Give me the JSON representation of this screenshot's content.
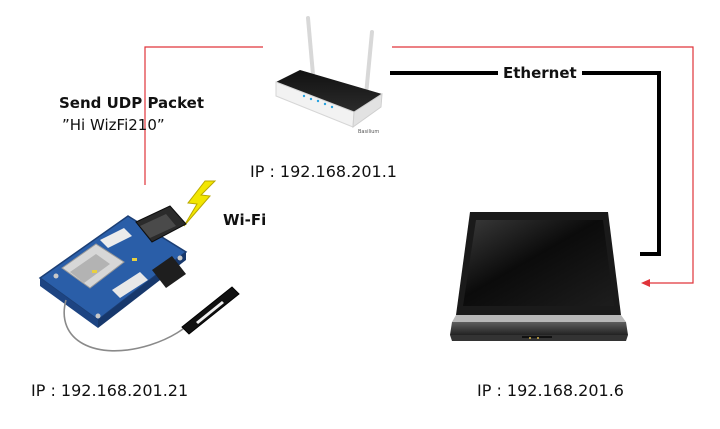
{
  "labels": {
    "send_udp": "Send UDP Packet",
    "payload": "”Hi WizFi210”",
    "ethernet": "Ethernet",
    "wifi": "Wi-Fi",
    "router_ip": "IP : 192.168.201.1",
    "board_ip": "IP : 192.168.201.21",
    "laptop_ip": "IP : 192.168.201.6",
    "router_brand": "Basilium"
  },
  "colors": {
    "udp_path": "#e0343a",
    "ethernet_cable": "#000000",
    "lightning": "#f2e600",
    "board": "#2a5ea8",
    "router_body": "#1a1a1a"
  },
  "icons": [
    "router-icon",
    "wizfi210-board-icon",
    "laptop-icon",
    "lightning-icon",
    "antenna-icon"
  ]
}
